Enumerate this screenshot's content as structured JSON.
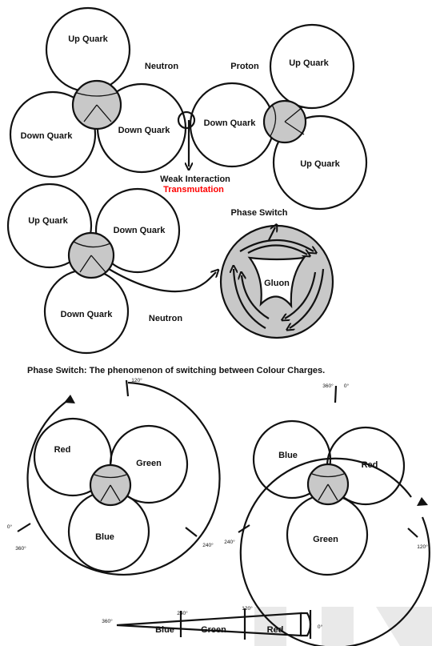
{
  "colors": {
    "core": "#c8c8c8",
    "stroke": "#111111",
    "accent": "#ff0000",
    "watermark": "#e9e9e9"
  },
  "diagram1": {
    "neutron": {
      "quark_top": "Up Quark",
      "quark_left": "Down Quark",
      "quark_right": "Down Quark",
      "label": "Neutron"
    },
    "proton": {
      "quark_left": "Down Quark",
      "quark_top": "Up Quark",
      "quark_bottom": "Up Quark",
      "label": "Proton"
    },
    "interaction": "Weak Interaction",
    "transmutation": "Transmutation"
  },
  "diagram2": {
    "quark_up": "Up Quark",
    "quark_right": "Down Quark",
    "quark_bottom": "Down Quark",
    "label": "Neutron",
    "phase_switch_title": "Phase Switch",
    "gluon": "Gluon"
  },
  "definition": "Phase Switch: The phenomenon of switching between Colour Charges.",
  "wheel_left": {
    "colors": {
      "top_left": "Red",
      "right": "Green",
      "bottom": "Blue"
    },
    "angles": {
      "top": "120°",
      "left_zero": "0°",
      "left_360": "360°",
      "right": "240°"
    }
  },
  "wheel_right": {
    "colors": {
      "top_left": "Blue",
      "right": "Red",
      "bottom": "Green"
    },
    "angles": {
      "top_360": "360°",
      "top_zero": "0°",
      "left": "240°",
      "right": "120°"
    }
  },
  "spectrum_bar": {
    "segments": [
      "Blue",
      "Green",
      "Red"
    ],
    "angles": {
      "start": "360°",
      "blue_green": "240°",
      "green_red": "120°",
      "end": "0°"
    }
  }
}
